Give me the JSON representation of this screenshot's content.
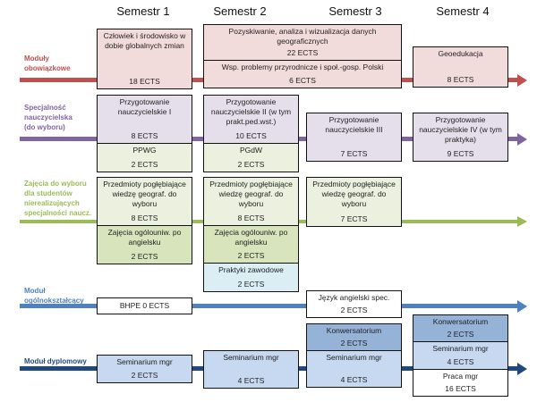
{
  "semesters": [
    "Semestr 1",
    "Semestr 2",
    "Semestr 3",
    "Semestr 4"
  ],
  "colors": {
    "obligatory": "#c0504d",
    "teacher": "#8064a2",
    "elective": "#9bbb59",
    "general": "#4f81bd",
    "diploma": "#1f497d"
  },
  "rows": {
    "obligatory": {
      "label": [
        "Moduły",
        "obowiązkowe"
      ]
    },
    "teacher": {
      "label": [
        "Specjalność",
        "nauczycielska",
        "(do wyboru)"
      ]
    },
    "elective": {
      "label": [
        "Zajęcia do wyboru",
        "dla studentów",
        "nierealizujących",
        "specjalności naucz."
      ]
    },
    "general": {
      "label": [
        "Moduł",
        "ogólnokształcący"
      ]
    },
    "diploma": {
      "label": [
        "Moduł dyplomowy"
      ]
    }
  },
  "boxes": {
    "b1": {
      "title": "Człowiek i środowisko w dobie globalnych zmian",
      "ects": "18 ECTS"
    },
    "b2a": {
      "title": "Pozyskiwanie, analiza i wizualizacja danych geograficznych",
      "ects": "22 ECTS"
    },
    "b2b": {
      "title": "Wsp. problemy przyrodnicze i społ.-gosp. Polski",
      "ects": "6 ECTS"
    },
    "b4": {
      "title": "Geoedukacja",
      "ects": "8 ECTS"
    },
    "t1a": {
      "title": "Przygotowanie nauczycielskie I",
      "ects": "8 ECTS"
    },
    "t1b": {
      "title": "PPWG",
      "ects": "2 ECTS"
    },
    "t2a": {
      "title": "Przygotowanie nauczycielskie II (w tym prakt.ped.wst.)",
      "ects": "10 ECTS"
    },
    "t2b": {
      "title": "PGdW",
      "ects": "2 ECTS"
    },
    "t3": {
      "title": "Przygotowanie nauczycielskie III",
      "ects": "7 ECTS"
    },
    "t4": {
      "title": "Przygotowanie nauczycielskie IV (w tym praktyka)",
      "ects": "9 ECTS"
    },
    "e1a": {
      "title": "Przedmioty pogłębiające wiedzę geograf. do wyboru",
      "ects": "8 ECTS"
    },
    "e1b": {
      "title": "Zajęcia ogólouniw. po angielsku",
      "ects": "2 ECTS"
    },
    "e2a": {
      "title": "Przedmioty pogłębiające wiedzę geograf. do wyboru",
      "ects": "8 ECTS"
    },
    "e2b": {
      "title": "Zajęcia ogólouniw. po angielsku",
      "ects": "2 ECTS"
    },
    "e2c": {
      "title": "Praktyki zawodowe",
      "ects": "2 ECTS"
    },
    "e3": {
      "title": "Przedmioty pogłębiające wiedzę geograf. do wyboru",
      "ects": "7 ECTS"
    },
    "g1": {
      "title": "BHPE 0 ECTS",
      "ects": ""
    },
    "g3": {
      "title": "Język angielski spec.",
      "ects": "2 ECTS"
    },
    "d1": {
      "title": "Seminarium mgr",
      "ects": "2 ECTS"
    },
    "d2": {
      "title": "Seminarium mgr",
      "ects": "4 ECTS"
    },
    "d3a": {
      "title": "Konwersatorium",
      "ects": "2 ECTS"
    },
    "d3b": {
      "title": "Seminarium mgr",
      "ects": "4 ECTS"
    },
    "d4a": {
      "title": "Konwersatorium",
      "ects": "2 ECTS"
    },
    "d4b": {
      "title": "Seminarium mgr",
      "ects": "4 ECTS"
    },
    "d4c": {
      "title": "Praca mgr",
      "ects": "16 ECTS"
    }
  }
}
